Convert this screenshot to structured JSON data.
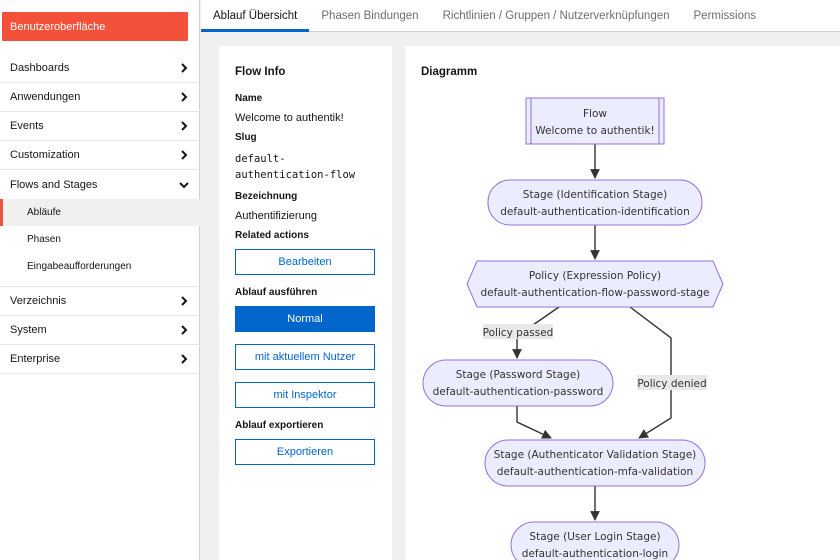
{
  "sidebar": {
    "brand": "Benutzeroberfläche",
    "items": [
      {
        "label": "Dashboards"
      },
      {
        "label": "Anwendungen"
      },
      {
        "label": "Events"
      },
      {
        "label": "Customization"
      },
      {
        "label": "Flows and Stages"
      }
    ],
    "sub_items": [
      {
        "label": "Abläufe"
      },
      {
        "label": "Phasen"
      },
      {
        "label": "Eingabeaufforderungen"
      }
    ],
    "items_after": [
      {
        "label": "Verzeichnis"
      },
      {
        "label": "System"
      },
      {
        "label": "Enterprise"
      }
    ]
  },
  "tabs": [
    {
      "label": "Ablauf Übersicht"
    },
    {
      "label": "Phasen Bindungen"
    },
    {
      "label": "Richtlinien / Gruppen / Nutzerverknüpfungen"
    },
    {
      "label": "Permissions"
    }
  ],
  "info": {
    "title": "Flow Info",
    "name_label": "Name",
    "name_value": "Welcome to authentik!",
    "slug_label": "Slug",
    "slug_value": "default-authentication-flow",
    "designation_label": "Bezeichnung",
    "designation_value": "Authentifizierung",
    "related_label": "Related actions",
    "edit_button": "Bearbeiten",
    "run_label": "Ablauf ausführen",
    "run_normal": "Normal",
    "run_current_user": "mit aktuellem Nutzer",
    "run_inspector": "mit Inspektor",
    "export_label": "Ablauf exportieren",
    "export_button": "Exportieren"
  },
  "diagram": {
    "title": "Diagramm",
    "flow_line1": "Flow",
    "flow_line2": "Welcome to authentik!",
    "stage_ident_line1": "Stage (Identification Stage)",
    "stage_ident_line2": "default-authentication-identification",
    "policy_line1": "Policy (Expression Policy)",
    "policy_line2": "default-authentication-flow-password-stage",
    "policy_passed": "Policy passed",
    "policy_denied": "Policy denied",
    "stage_pw_line1": "Stage (Password Stage)",
    "stage_pw_line2": "default-authentication-password",
    "stage_mfa_line1": "Stage (Authenticator Validation Stage)",
    "stage_mfa_line2": "default-authentication-mfa-validation",
    "stage_login_line1": "Stage (User Login Stage)",
    "stage_login_line2": "default-authentication-login",
    "colors": {
      "node_fill": "#ececff",
      "node_stroke": "#9370db",
      "edge": "#333333",
      "label_bg": "#e8e8e8"
    }
  },
  "colors": {
    "brand": "#f4513a",
    "accent": "#0066cc",
    "active_marker": "#e8553d"
  }
}
